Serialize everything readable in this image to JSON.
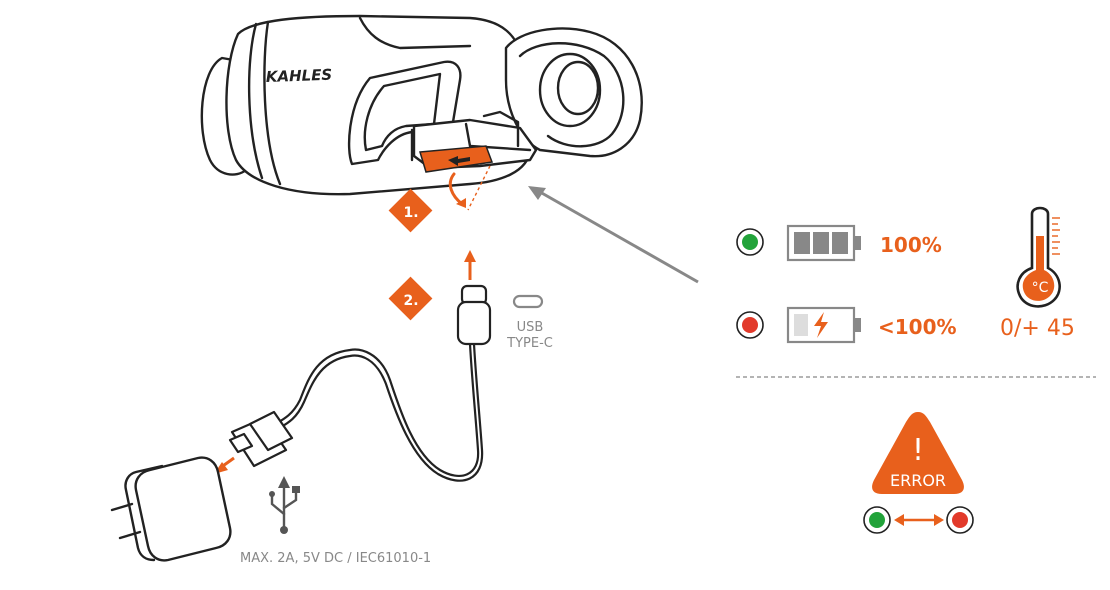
{
  "brand": "KAHLES",
  "steps": {
    "one": "1.",
    "two": "2."
  },
  "usb": {
    "line1": "USB",
    "line2": "TYPE-C"
  },
  "charger_spec": "MAX. 2A, 5V DC / IEC61010-1",
  "battery": {
    "full": "100%",
    "charging": "<100%"
  },
  "temperature": {
    "unit": "°C",
    "range": "0/+ 45"
  },
  "error": {
    "label": "ERROR",
    "mark": "!"
  },
  "colors": {
    "orange": "#e8601c",
    "green": "#22a33a",
    "red": "#e23a2b",
    "line": "#222222",
    "grey": "#888888"
  },
  "icons": [
    "green-led-icon",
    "red-led-icon",
    "battery-full-icon",
    "battery-charging-icon",
    "thermometer-icon",
    "warning-triangle-icon",
    "usb-symbol-icon",
    "usb-c-port-icon",
    "power-plug-icon"
  ]
}
